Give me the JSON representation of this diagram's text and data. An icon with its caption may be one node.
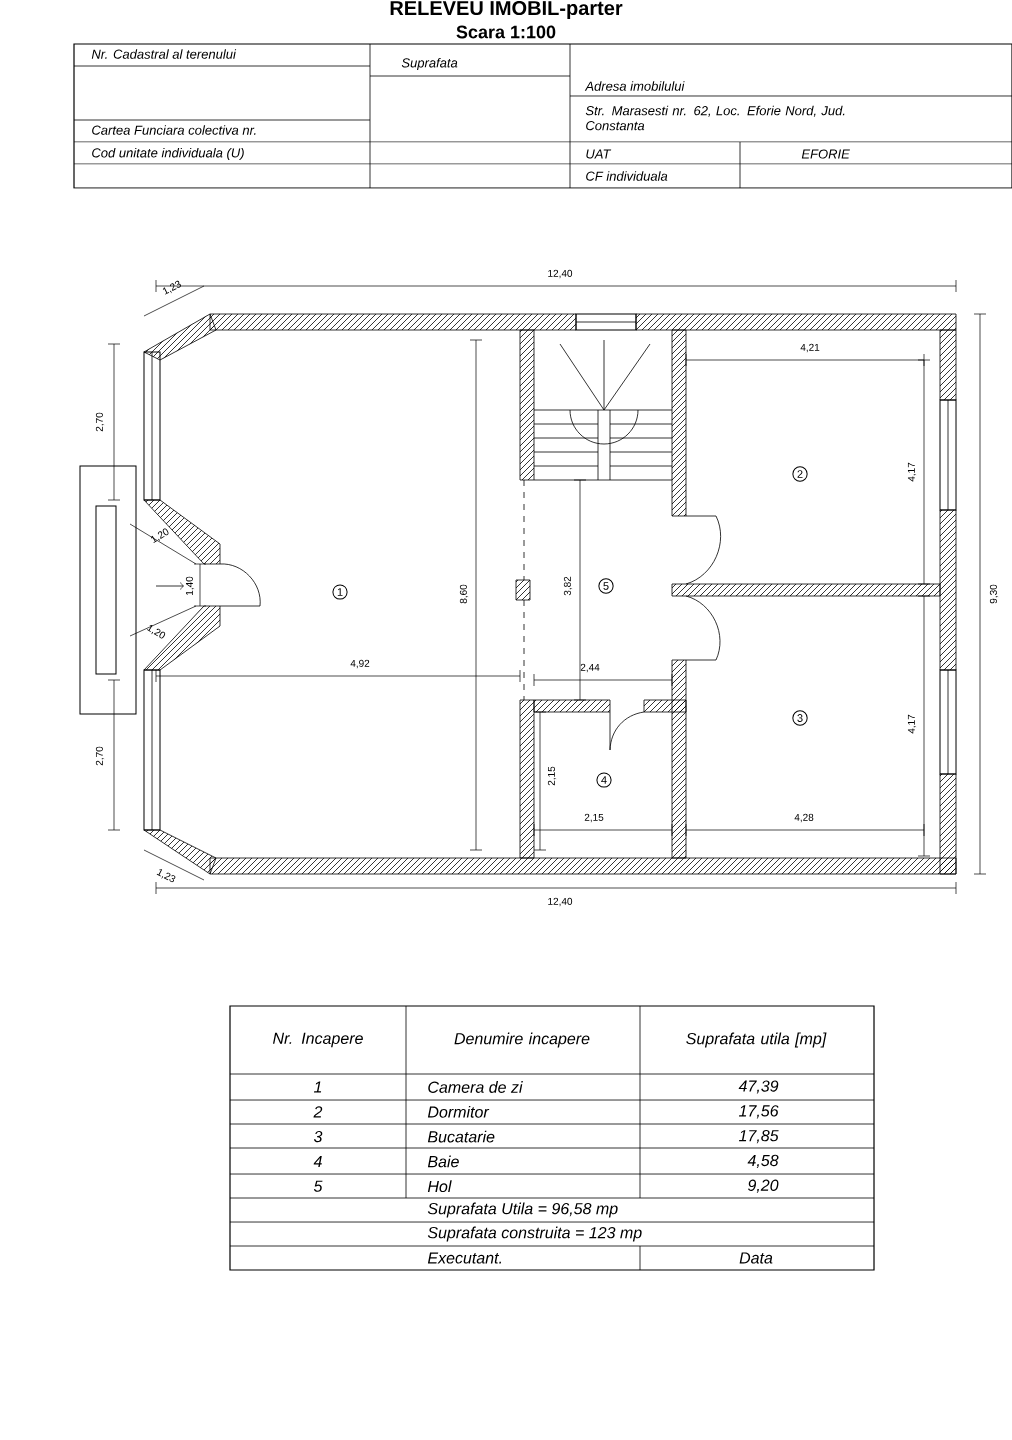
{
  "diagram": {
    "title": "RELEVEU IMOBIL-parter",
    "labels": [
      "Scara 1:100",
      "Nr. Cadastral al terenului",
      "Suprafata",
      "Adresa imobilului",
      "Str. Marasesti nr. 62, Loc. Eforie Nord, Jud. Constanta",
      "Cartea Funciara colectiva nr.",
      "Cod unitate individuala (U)",
      "UAT",
      "EFORIE",
      "CF individuala",
      "12,40",
      "1,23",
      "2,70",
      "1,20",
      "1,40",
      "1,20",
      "2,70",
      "1,23",
      "8,60",
      "4,92",
      "1",
      "3,82",
      "5",
      "2,44",
      "2,15",
      "4",
      "2,15",
      "4,21",
      "2",
      "4,17",
      "4,17",
      "3",
      "4,28",
      "9,30",
      "12,40",
      "Nr. Incapere",
      "Denumire incapere",
      "Suprafata utila [mp]",
      "1",
      "Camera de zi",
      "47,39",
      "2",
      "Dormitor",
      "17,56",
      "3",
      "Bucatarie",
      "17,85",
      "4",
      "Baie",
      "4,58",
      "5",
      "Hol",
      "9,20",
      "Suprafata Utila = 96,58 mp",
      "Suprafata construita = 123 mp",
      "Executant.",
      "Data"
    ]
  }
}
